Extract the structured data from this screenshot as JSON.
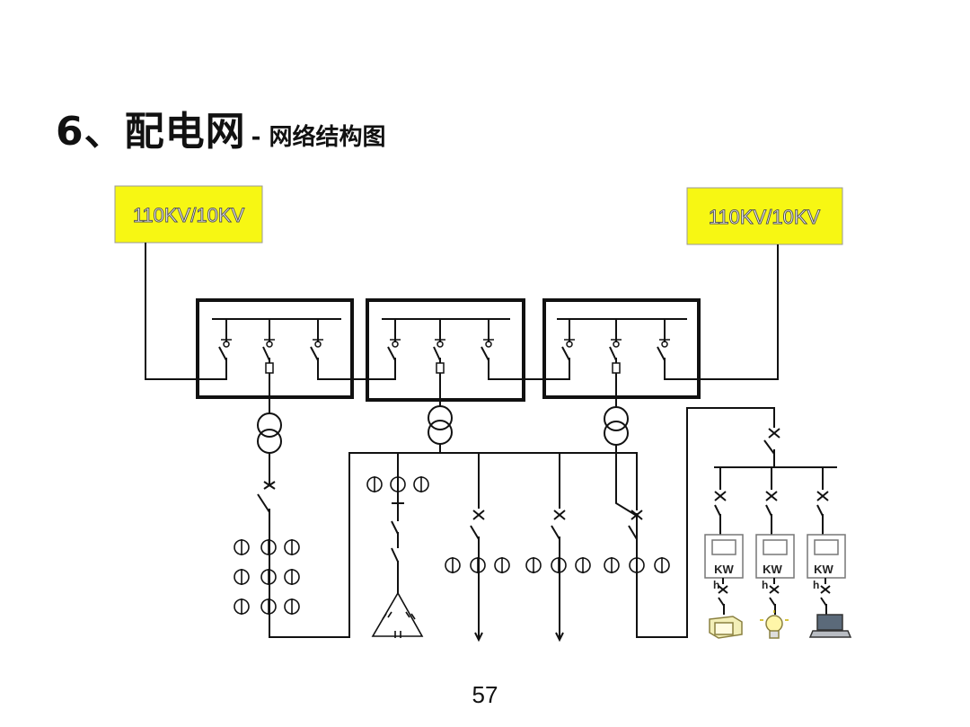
{
  "title": {
    "main": "6、配电网",
    "sub": "- 网络结构图"
  },
  "sources": [
    {
      "label": "110KV/10KV"
    },
    {
      "label": "110KV/10KV"
    }
  ],
  "meter_label": "KW",
  "meter_unit": "h",
  "page_number": "57",
  "colors": {
    "source_fill": "#f7f713",
    "line": "#111111"
  },
  "loads": [
    {
      "icon": "tv-icon"
    },
    {
      "icon": "light-bulb-icon"
    },
    {
      "icon": "laptop-icon"
    }
  ]
}
